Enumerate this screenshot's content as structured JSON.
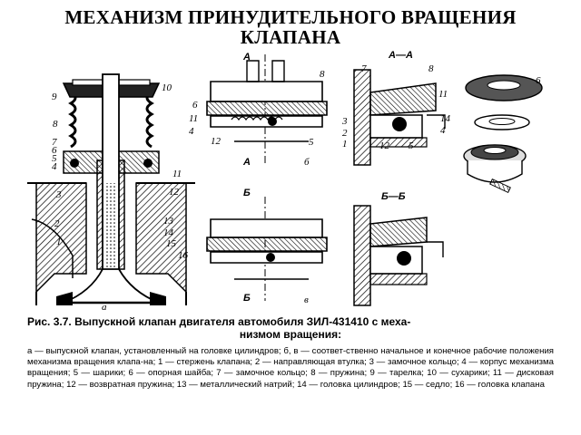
{
  "title": {
    "line1": "МЕХАНИЗМ ПРИНУДИТЕЛЬНОГО ВРАЩЕНИЯ",
    "line2": "КЛАПАНА"
  },
  "figure": {
    "views": {
      "a": "а",
      "b": "б",
      "v": "в"
    },
    "sections": {
      "aa": "А—А",
      "bb": "Б—Б",
      "a_marker": "А",
      "b_marker": "Б"
    },
    "numbers": [
      "1",
      "2",
      "3",
      "4",
      "5",
      "6",
      "7",
      "8",
      "9",
      "10",
      "11",
      "12",
      "13",
      "14",
      "15",
      "16"
    ]
  },
  "caption": {
    "title_main": "Рис. 3.7. Выпускной клапан двигателя автомобиля ЗИЛ-431410 с меха-",
    "title_cont": "низмом вращения:",
    "body": "а — выпускной клапан, установленный на головке цилиндров; б, в — соответ-ственно начальное и конечное рабочие положения механизма вращения клапа-на; 1 — стержень клапана; 2 — направляющая втулка; 3 — замочное кольцо; 4 — корпус механизма вращения; 5 — шарики; 6 — опорная шайба; 7 — замочное кольцо; 8 — пружина; 9 — тарелка; 10 — сухарики; 11 — дисковая пружина; 12 — возвратная пружина; 13 — металлический натрий; 14 — головка цилиндров; 15 — седло; 16 — головка клапана"
  }
}
